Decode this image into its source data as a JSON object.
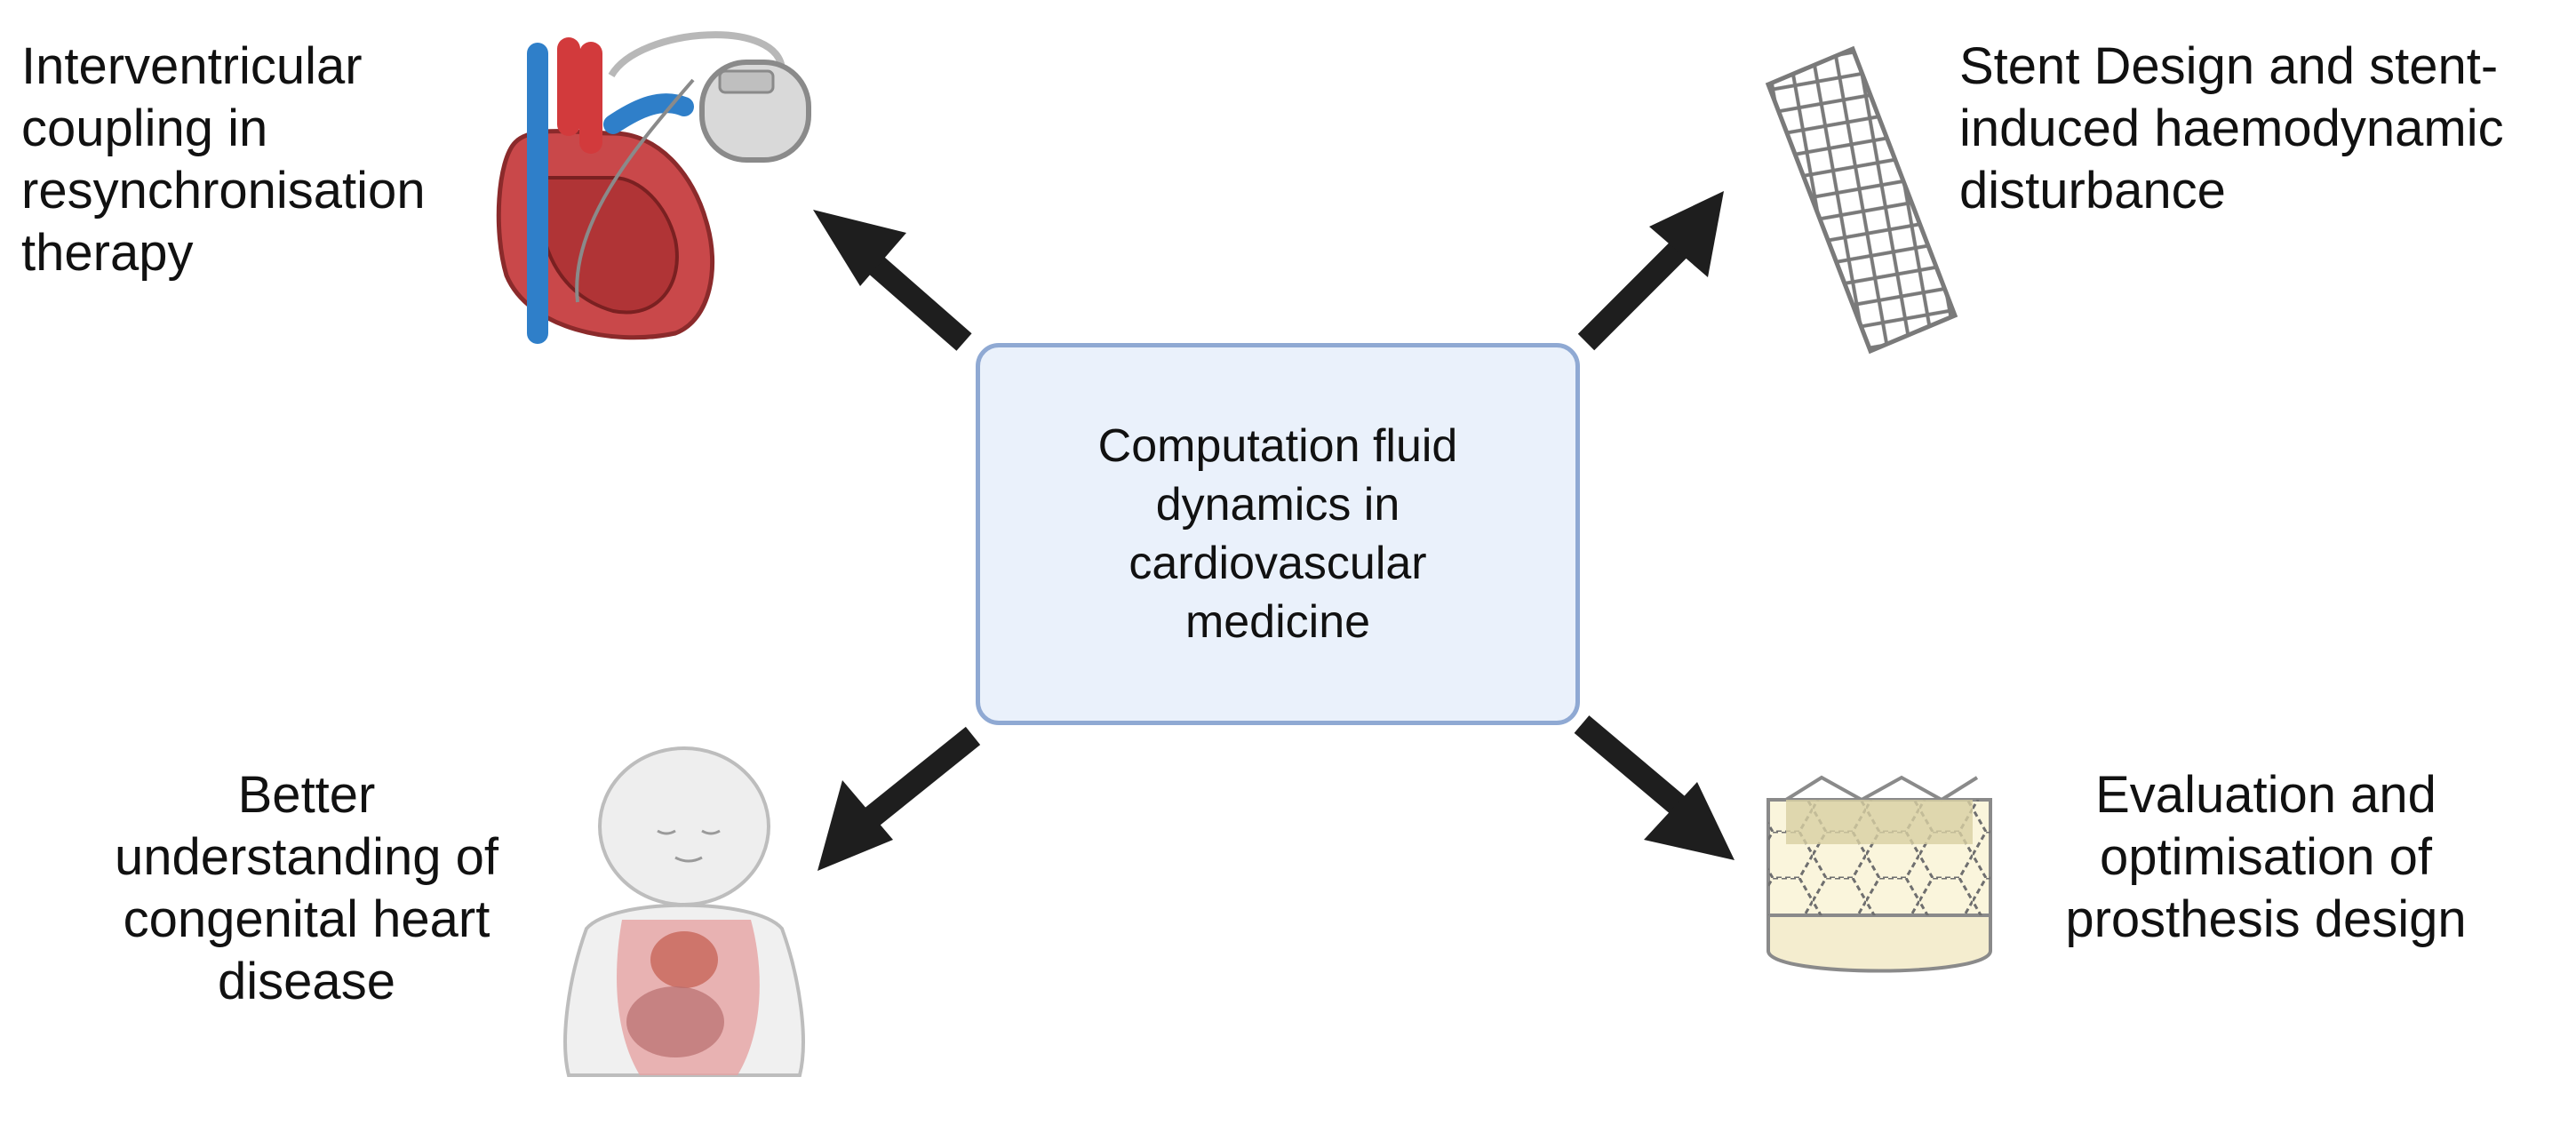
{
  "center": {
    "text": "Computation fluid\ndynamics in\ncardiovascular\nmedicine"
  },
  "topics": {
    "top_left": "Interventricular\ncoupling in\nresynchronisation\ntherapy",
    "top_right": "Stent Design and stent-\ninduced haemodynamic\ndisturbance",
    "bottom_left": "Better\nunderstanding of\ncongenital heart\ndisease",
    "bottom_right": "Evaluation and\noptimisation of\nprosthesis design"
  },
  "icons": [
    "heart-with-pacemaker-icon",
    "stent-icon",
    "infant-anatomy-icon",
    "valve-prosthesis-icon"
  ],
  "colors": {
    "box_fill": "#eaf1fb",
    "box_border": "#8fa9d3",
    "arrow": "#1e1e1e"
  }
}
